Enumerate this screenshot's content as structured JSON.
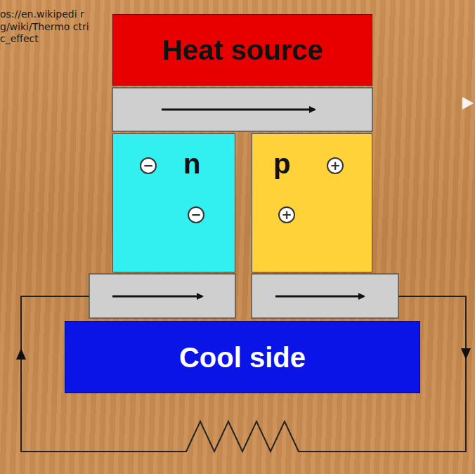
{
  "diagram": {
    "nodes": [
      {
        "text": [
          "Heat source"
        ]
      },
      {
        "text": [
          "n"
        ]
      },
      {
        "text": [
          "−"
        ],
        "in": 1
      },
      {
        "text": [
          "−"
        ],
        "in": 1
      },
      {
        "text": [
          "p"
        ]
      },
      {
        "text": [
          "+"
        ],
        "in": 4
      },
      {
        "text": [
          "+"
        ],
        "in": 4
      },
      {
        "text": [
          "Cool side"
        ]
      }
    ],
    "labels": [
      "os://en.wikipedi rg/wiki/Thermo ctric_effect"
    ]
  }
}
